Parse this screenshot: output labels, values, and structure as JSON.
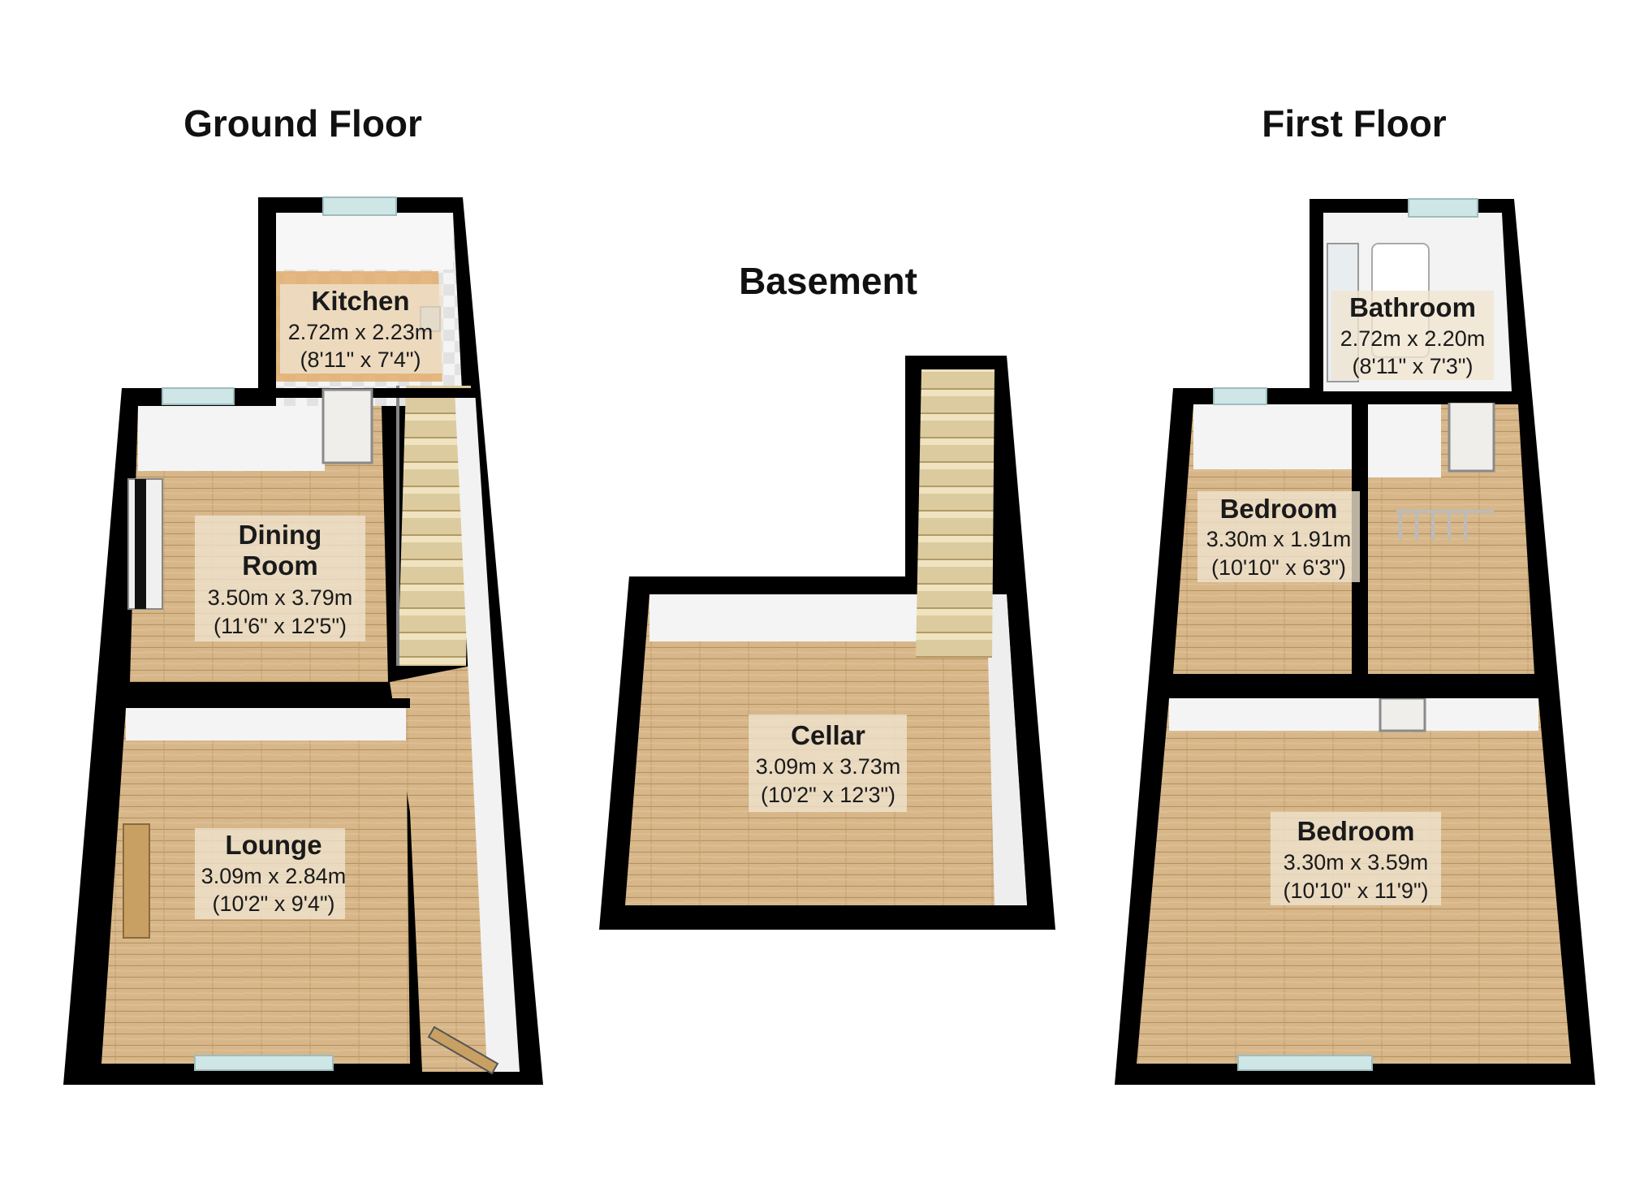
{
  "floors": {
    "ground": {
      "title": "Ground Floor",
      "rooms": {
        "kitchen": {
          "name": "Kitchen",
          "metric": "2.72m x 2.23m",
          "imperial": "(8'11\" x 7'4\")"
        },
        "dining": {
          "name_line1": "Dining",
          "name_line2": "Room",
          "metric": "3.50m x 3.79m",
          "imperial": "(11'6\" x 12'5\")"
        },
        "lounge": {
          "name": "Lounge",
          "metric": "3.09m x 2.84m",
          "imperial": "(10'2\" x 9'4\")"
        }
      }
    },
    "basement": {
      "title": "Basement",
      "rooms": {
        "cellar": {
          "name": "Cellar",
          "metric": "3.09m x 3.73m",
          "imperial": "(10'2\" x 12'3\")"
        }
      }
    },
    "first": {
      "title": "First Floor",
      "rooms": {
        "bathroom": {
          "name": "Bathroom",
          "metric": "2.72m x 2.20m",
          "imperial": "(8'11\" x 7'3\")"
        },
        "bedroom_small": {
          "name": "Bedroom",
          "metric": "3.30m x 1.91m",
          "imperial": "(10'10\" x 6'3\")"
        },
        "bedroom_large": {
          "name": "Bedroom",
          "metric": "3.30m x 3.59m",
          "imperial": "(10'10\" x 11'9\")"
        }
      }
    }
  },
  "colors": {
    "wall": "#000000",
    "wood_floor": "#d6b689",
    "kitchen_floor": "#f2f2f2",
    "window": "#cfe6e6",
    "stairs": "#d9c69c"
  }
}
